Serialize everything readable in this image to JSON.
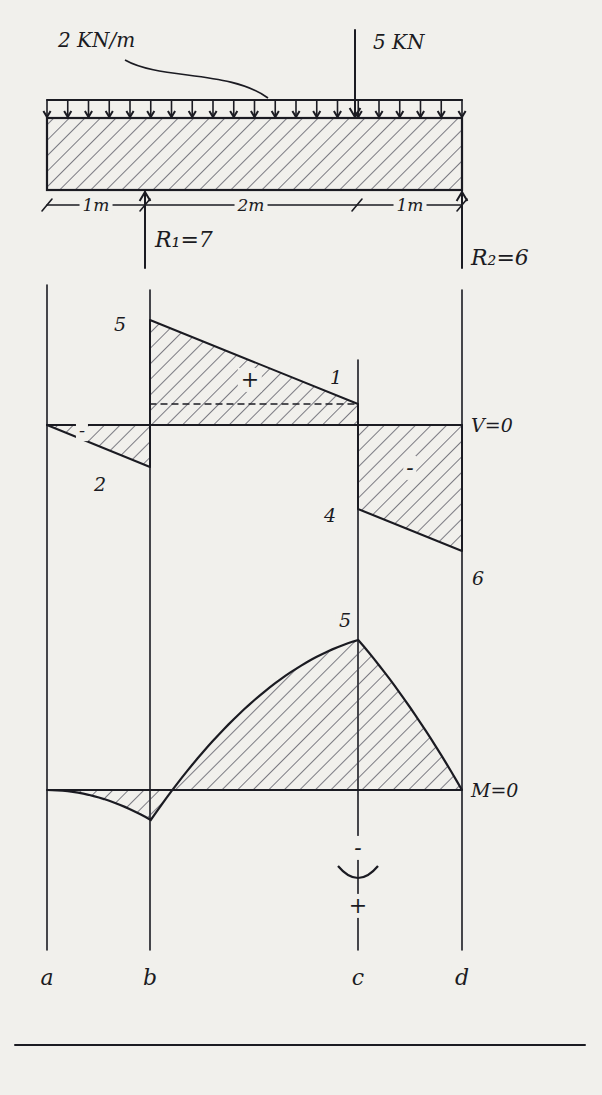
{
  "diagram": {
    "labels": [
      "2 KN/m",
      "5 KN",
      "1m",
      "2m",
      "1m",
      "R₁=7",
      "R₂=6",
      "5",
      "1",
      "+",
      "-",
      "2",
      "4",
      "-",
      "6",
      "V=0",
      "5",
      "M=0",
      "-",
      "+",
      "a",
      "b",
      "c",
      "d"
    ]
  }
}
